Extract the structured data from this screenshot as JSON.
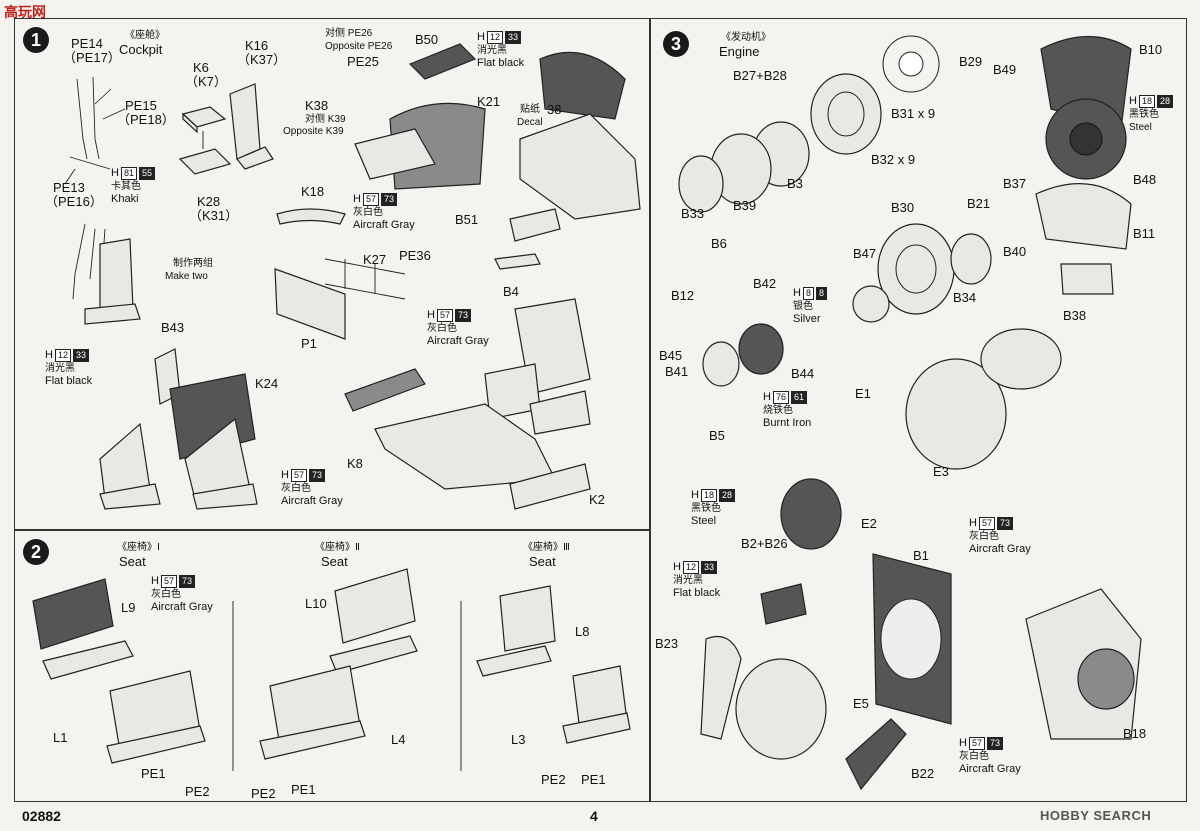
{
  "site_logo": "高玩网",
  "footer": {
    "code": "02882",
    "page": "4",
    "watermark": "HOBBY SEARCH"
  },
  "step1": {
    "num": "1",
    "title_cn": "《座舱》",
    "title_en": "Cockpit",
    "labels": {
      "pe14": "PE14",
      "pe17": "（PE17）",
      "pe15": "PE15",
      "pe18": "（PE18）",
      "pe13": "PE13",
      "pe16": "（PE16）",
      "k6": "K6",
      "k7": "（K7）",
      "k16": "K16",
      "k37": "（K37）",
      "k28": "K28",
      "k31": "（K31）",
      "make_two_cn": "制作两组",
      "make_two_en": "Make two",
      "pe26_cn": "对侧 PE26",
      "pe26_en": "Opposite PE26",
      "pe25": "PE25",
      "k38": "K38",
      "k39_cn": "对侧 K39",
      "k39_en": "Opposite K39",
      "b50": "B50",
      "k21": "K21",
      "decal_cn": "贴纸",
      "decal_num": "38",
      "decal_en": "Decal",
      "k18": "K18",
      "k27": "K27",
      "pe36": "PE36",
      "p1": "P1",
      "b51": "B51",
      "b4": "B4",
      "b43": "B43",
      "k24": "K24",
      "k8": "K8",
      "k2": "K2"
    },
    "paints": {
      "khaki": {
        "h": "H",
        "n1": "81",
        "n2": "55",
        "cn": "卡其色",
        "en": "Khaki"
      },
      "flat_black_top": {
        "h": "H",
        "n1": "12",
        "n2": "33",
        "cn": "消光黑",
        "en": "Flat black"
      },
      "gray_k21": {
        "h": "H",
        "n1": "57",
        "n2": "73",
        "cn": "灰白色",
        "en": "Aircraft Gray"
      },
      "flat_black_left": {
        "h": "H",
        "n1": "12",
        "n2": "33",
        "cn": "消光黑",
        "en": "Flat black"
      },
      "gray_seat": {
        "h": "H",
        "n1": "57",
        "n2": "73",
        "cn": "灰白色",
        "en": "Aircraft Gray"
      },
      "gray_k24": {
        "h": "H",
        "n1": "57",
        "n2": "73",
        "cn": "灰白色",
        "en": "Aircraft Gray"
      }
    }
  },
  "step2": {
    "num": "2",
    "seat1_title": "《座椅》Ⅰ",
    "seat2_title": "《座椅》Ⅱ",
    "seat3_title": "《座椅》Ⅲ",
    "seat_en": "Seat",
    "labels": {
      "l9": "L9",
      "l1": "L1",
      "pe1a": "PE1",
      "pe2a": "PE2",
      "l10": "L10",
      "l4": "L4",
      "pe2b": "PE2",
      "pe1b": "PE1",
      "l8": "L8",
      "l3": "L3",
      "pe2c": "PE2",
      "pe1c": "PE1"
    },
    "paint": {
      "h": "H",
      "n1": "57",
      "n2": "73",
      "cn": "灰白色",
      "en": "Aircraft Gray"
    }
  },
  "step3": {
    "num": "3",
    "title_cn": "《发动机》",
    "title_en": "Engine",
    "labels": {
      "b27b28": "B27+B28",
      "b29": "B29",
      "b31": "B31 x 9",
      "b32": "B32 x 9",
      "b3": "B3",
      "b33": "B33",
      "b39": "B39",
      "b10": "B10",
      "b49": "B49",
      "b48": "B48",
      "b11": "B11",
      "b38": "B38",
      "b37": "B37",
      "b21": "B21",
      "b30": "B30",
      "b40": "B40",
      "b47": "B47",
      "b34": "B34",
      "b6": "B6",
      "b12": "B12",
      "b42": "B42",
      "b45": "B45",
      "b41": "B41",
      "b44": "B44",
      "b5": "B5",
      "e1": "E1",
      "e3": "E3",
      "e2": "E2",
      "b2b26": "B2+B26",
      "b1": "B1",
      "b23": "B23",
      "e5": "E5",
      "b22": "B22",
      "b18": "B18"
    },
    "paints": {
      "steel_top": {
        "h": "H",
        "n1": "18",
        "n2": "28",
        "cn": "黑铁色",
        "en": "Steel"
      },
      "silver": {
        "h": "H",
        "n1": "8",
        "n2": "8",
        "cn": "银色",
        "en": "Silver"
      },
      "burnt_iron": {
        "h": "H",
        "n1": "76",
        "n2": "61",
        "cn": "烧铁色",
        "en": "Burnt Iron"
      },
      "steel_mid": {
        "h": "H",
        "n1": "18",
        "n2": "28",
        "cn": "黑铁色",
        "en": "Steel"
      },
      "gray_b1": {
        "h": "H",
        "n1": "57",
        "n2": "73",
        "cn": "灰白色",
        "en": "Aircraft Gray"
      },
      "flat_black": {
        "h": "H",
        "n1": "12",
        "n2": "33",
        "cn": "消光黑",
        "en": "Flat black"
      },
      "gray_b22": {
        "h": "H",
        "n1": "57",
        "n2": "73",
        "cn": "灰白色",
        "en": "Aircraft Gray"
      }
    }
  }
}
